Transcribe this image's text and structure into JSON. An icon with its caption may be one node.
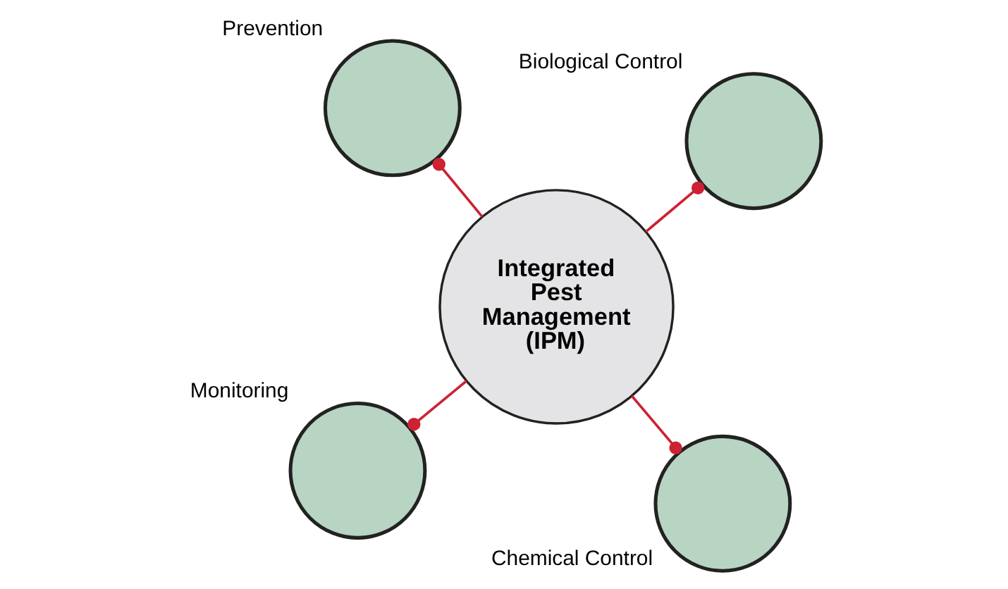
{
  "diagram": {
    "nodes": [
      {
        "text": [
          "Prevention"
        ]
      },
      {
        "text": [
          "Biological Control"
        ]
      },
      {
        "text": [
          "Integrated Pest Management (IPM)"
        ]
      },
      {
        "text": [
          "Monitoring"
        ]
      },
      {
        "text": [
          "Chemical Control"
        ]
      }
    ],
    "edges": [
      {
        "from": 2,
        "to": 0,
        "arrow": "other"
      },
      {
        "from": 2,
        "to": 1,
        "arrow": "other"
      },
      {
        "from": 2,
        "to": 3,
        "arrow": "other"
      },
      {
        "from": 2,
        "to": 4,
        "arrow": "other"
      }
    ]
  }
}
